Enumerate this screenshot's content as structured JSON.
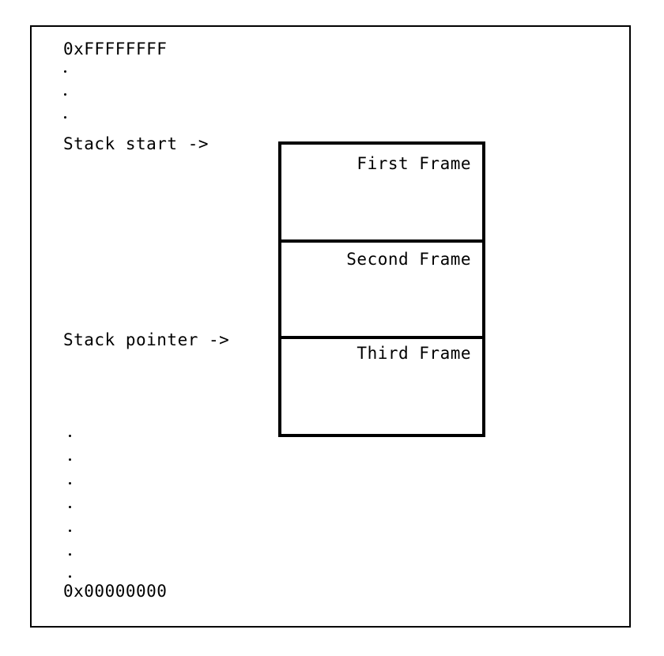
{
  "memory": {
    "top_address": "0xFFFFFFFF",
    "bottom_address": "0x00000000"
  },
  "labels": {
    "stack_start": "Stack start ->",
    "stack_pointer": "Stack pointer ->"
  },
  "frames": [
    {
      "label": "First Frame"
    },
    {
      "label": "Second Frame"
    },
    {
      "label": "Third Frame"
    }
  ]
}
